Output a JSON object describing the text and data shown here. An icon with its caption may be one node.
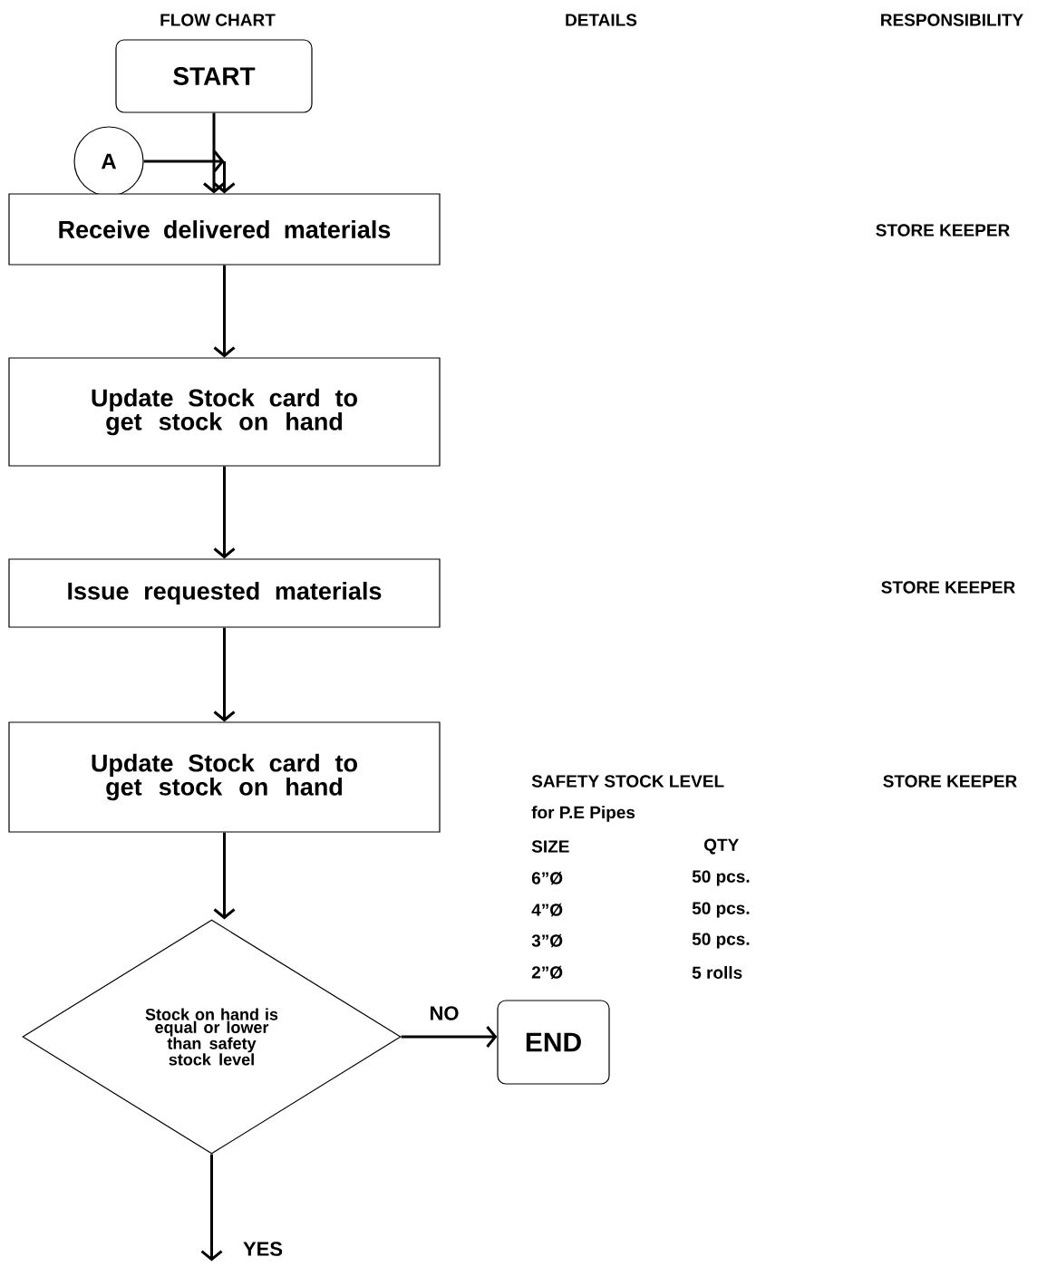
{
  "diagram": {
    "nodes": [
      {
        "text": [
          "START"
        ]
      },
      {
        "text": [
          "A"
        ]
      },
      {
        "text": [
          "Receive delivered materials"
        ]
      },
      {
        "text": [
          "Update Stock card to get stock on hand"
        ]
      },
      {
        "text": [
          "Issue requested materials"
        ]
      },
      {
        "text": [
          "Update Stock card to get stock on hand"
        ]
      },
      {
        "text": [
          "Stock on hand is equal or lower than safety stock level"
        ]
      },
      {
        "text": [
          "END"
        ]
      }
    ],
    "edges": [
      {
        "from": 0,
        "to": 2,
        "arrow": "to"
      },
      {
        "from": 1,
        "to": 2,
        "arrow": "to"
      },
      {
        "from": 2,
        "to": 3,
        "arrow": "to"
      },
      {
        "from": 3,
        "to": 4,
        "arrow": "to"
      },
      {
        "from": 4,
        "to": 5,
        "arrow": "to"
      },
      {
        "from": 5,
        "to": 6,
        "arrow": "to"
      },
      {
        "from": 6,
        "to": 7,
        "arrow": "to",
        "label": "NO"
      },
      {
        "from": 6,
        "to": null,
        "arrow": "to",
        "label": "YES"
      }
    ],
    "labels": [
      "FLOW CHART",
      "DETAILS",
      "RESPONSIBILITY",
      "STORE KEEPER",
      "STORE KEEPER",
      "SAFETY STOCK LEVEL",
      "STORE KEEPER",
      "for P.E Pipes",
      "SIZE",
      "QTY",
      "6”Ø",
      "50 pcs.",
      "4”Ø",
      "50 pcs.",
      "3”Ø",
      "50 pcs.",
      "2”Ø",
      "5 rolls"
    ]
  }
}
